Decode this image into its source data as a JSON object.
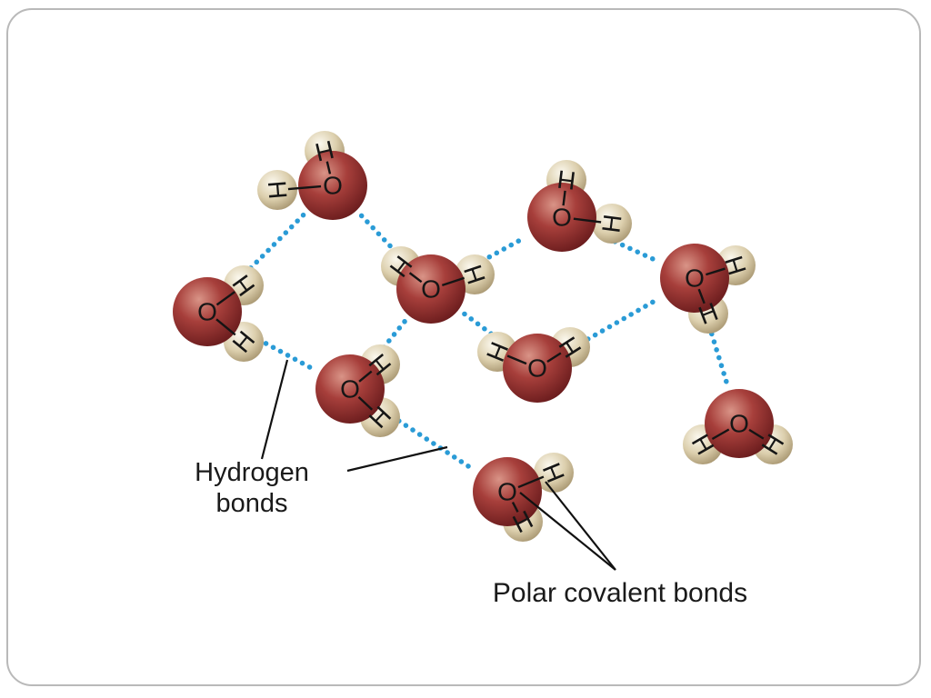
{
  "labels": {
    "hydrogen_bonds_line1": "Hydrogen",
    "hydrogen_bonds_line2": "bonds",
    "polar_covalent_bonds": "Polar covalent bonds"
  },
  "symbols": {
    "oxygen": "O",
    "hydrogen": "H"
  },
  "colors": {
    "oxygen": "#8e2b2a",
    "hydrogen": "#d9ccab",
    "hydrogen_bond": "#2a9bd6",
    "frame": "#b9b9b9"
  },
  "molecules": [
    {
      "id": "top-left"
    },
    {
      "id": "top-center-right"
    },
    {
      "id": "middle-center"
    },
    {
      "id": "left"
    },
    {
      "id": "center-lower"
    },
    {
      "id": "right-upper"
    },
    {
      "id": "center-left-lower"
    },
    {
      "id": "bottom-center"
    },
    {
      "id": "right-lower"
    }
  ]
}
